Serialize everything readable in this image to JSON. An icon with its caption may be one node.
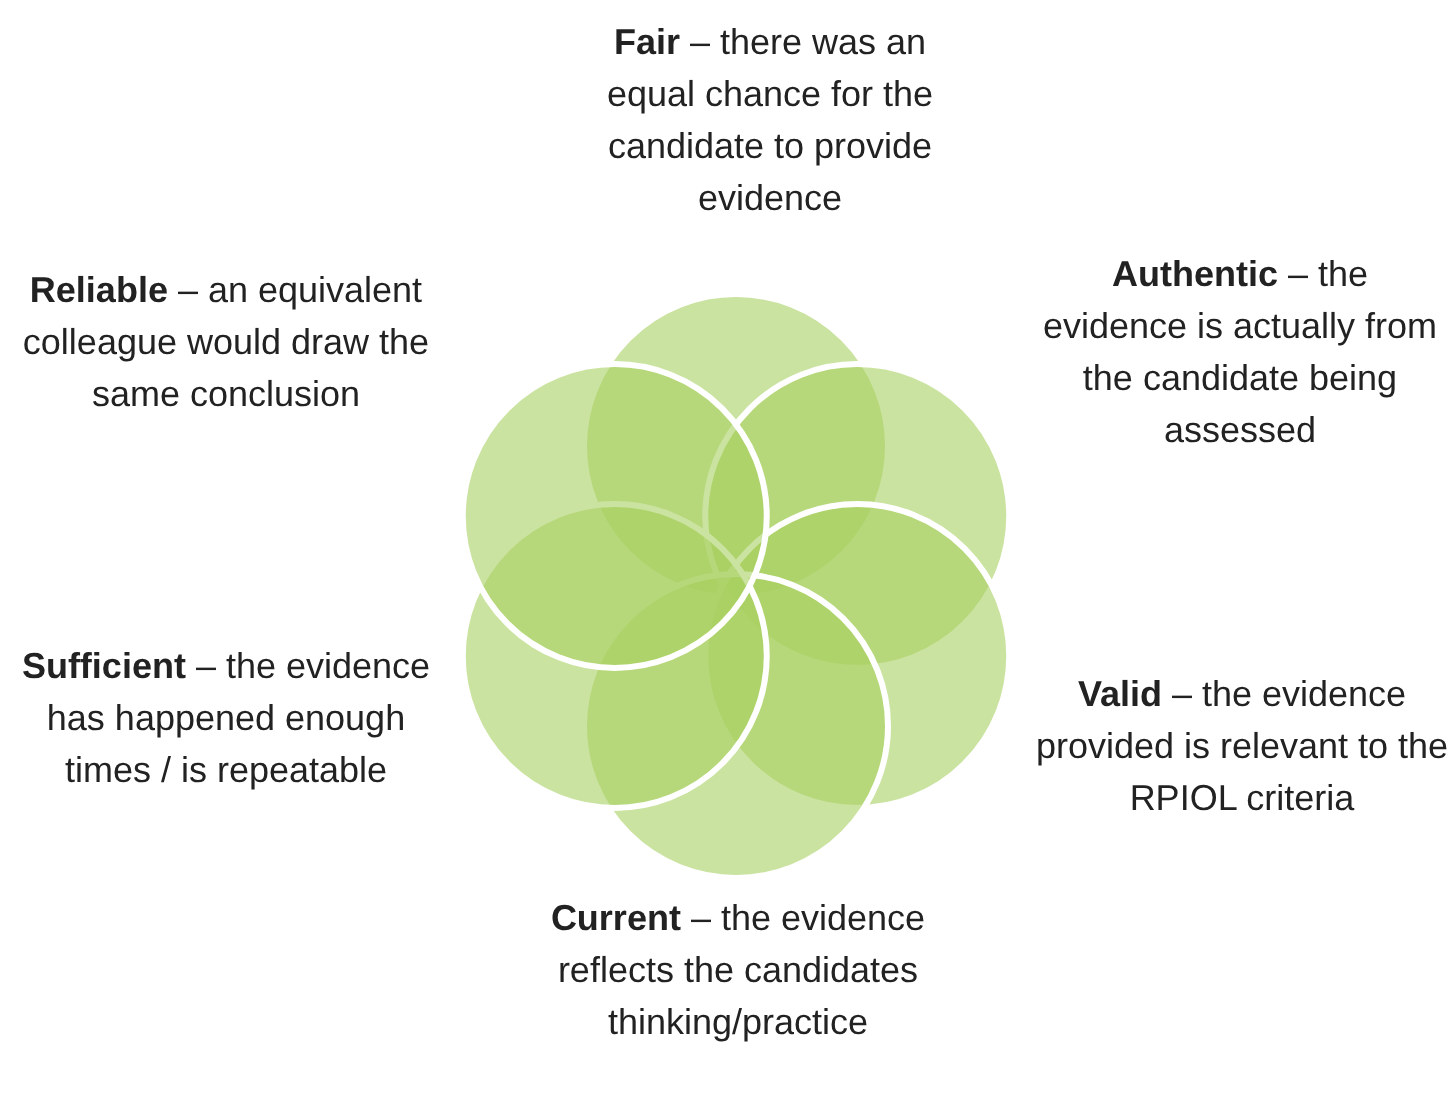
{
  "diagram": {
    "nodes": [
      {
        "text": [],
        "shape": "circle"
      },
      {
        "text": [],
        "shape": "circle"
      },
      {
        "text": [],
        "shape": "circle"
      },
      {
        "text": [],
        "shape": "circle"
      },
      {
        "text": [],
        "shape": "circle"
      },
      {
        "text": [],
        "shape": "circle"
      }
    ],
    "labels": [
      "**Fair** – there was an equal chance for the candidate to provide evidence",
      "**Reliable** – an equivalent colleague would draw the same conclusion",
      "**Authentic** – the evidence is actually from the candidate being assessed",
      "**Sufficient** – the evidence has happened enough times / is repeatable",
      "**Valid** – the evidence provided is relevant to the RPIOL criteria",
      "**Current** – the evidence reflects the candidates thinking/practice"
    ]
  }
}
